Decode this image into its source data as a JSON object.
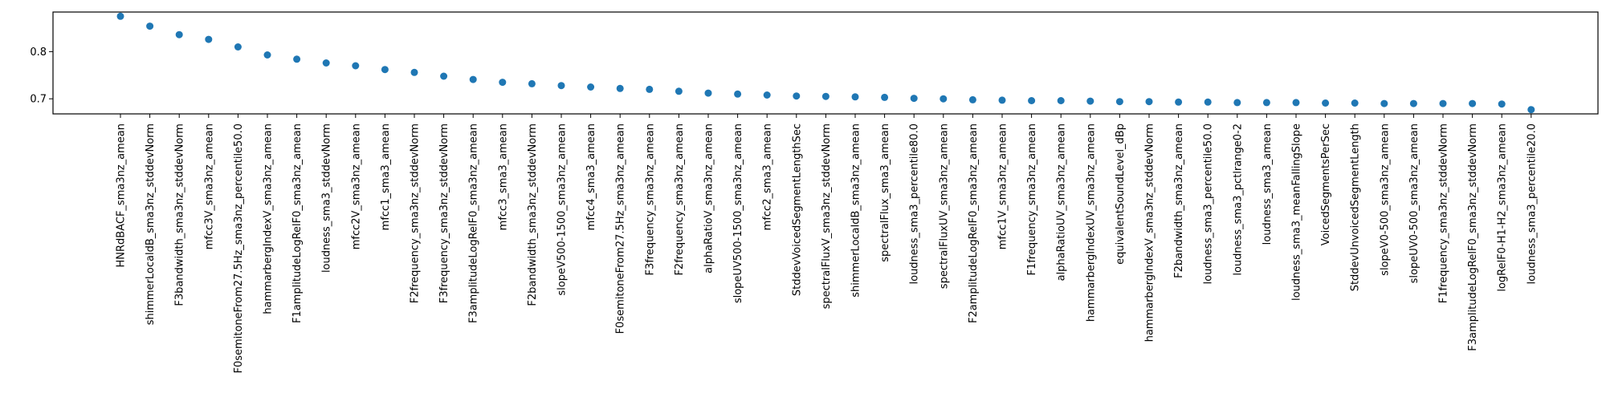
{
  "chart_data": {
    "type": "scatter",
    "title": "",
    "xlabel": "",
    "ylabel": "",
    "ylim": [
      0.668,
      0.884
    ],
    "yticks": [
      0.7,
      0.8
    ],
    "ytick_labels": [
      "0.7",
      "0.8"
    ],
    "grid": false,
    "marker_color": "#1f77b4",
    "categories": [
      "HNRdBACF_sma3nz_amean",
      "shimmerLocaldB_sma3nz_stddevNorm",
      "F3bandwidth_sma3nz_stddevNorm",
      "mfcc3V_sma3nz_amean",
      "F0semitoneFrom27.5Hz_sma3nz_percentile50.0",
      "hammarbergIndexV_sma3nz_amean",
      "F1amplitudeLogRelF0_sma3nz_amean",
      "loudness_sma3_stddevNorm",
      "mfcc2V_sma3nz_amean",
      "mfcc1_sma3_amean",
      "F2frequency_sma3nz_stddevNorm",
      "F3frequency_sma3nz_stddevNorm",
      "F3amplitudeLogRelF0_sma3nz_amean",
      "mfcc3_sma3_amean",
      "F2bandwidth_sma3nz_stddevNorm",
      "slopeV500-1500_sma3nz_amean",
      "mfcc4_sma3_amean",
      "F0semitoneFrom27.5Hz_sma3nz_amean",
      "F3frequency_sma3nz_amean",
      "F2frequency_sma3nz_amean",
      "alphaRatioV_sma3nz_amean",
      "slopeUV500-1500_sma3nz_amean",
      "mfcc2_sma3_amean",
      "StddevVoicedSegmentLengthSec",
      "spectralFluxV_sma3nz_stddevNorm",
      "shimmerLocaldB_sma3nz_amean",
      "spectralFlux_sma3_amean",
      "loudness_sma3_percentile80.0",
      "spectralFluxUV_sma3nz_amean",
      "F2amplitudeLogRelF0_sma3nz_amean",
      "mfcc1V_sma3nz_amean",
      "F1frequency_sma3nz_amean",
      "alphaRatioUV_sma3nz_amean",
      "hammarbergIndexUV_sma3nz_amean",
      "equivalentSoundLevel_dBp",
      "hammarbergIndexV_sma3nz_stddevNorm",
      "F2bandwidth_sma3nz_amean",
      "loudness_sma3_percentile50.0",
      "loudness_sma3_pctlrange0-2",
      "loudness_sma3_amean",
      "loudness_sma3_meanFallingSlope",
      "VoicedSegmentsPerSec",
      "StddevUnvoicedSegmentLength",
      "slopeV0-500_sma3nz_amean",
      "slopeUV0-500_sma3nz_amean",
      "F1frequency_sma3nz_stddevNorm",
      "F3amplitudeLogRelF0_sma3nz_stddevNorm",
      "logRelF0-H1-H2_sma3nz_amean",
      "loudness_sma3_percentile20.0"
    ],
    "values": [
      0.875,
      0.854,
      0.836,
      0.826,
      0.81,
      0.793,
      0.784,
      0.776,
      0.77,
      0.762,
      0.756,
      0.748,
      0.741,
      0.735,
      0.732,
      0.728,
      0.725,
      0.722,
      0.72,
      0.716,
      0.712,
      0.71,
      0.708,
      0.706,
      0.705,
      0.704,
      0.703,
      0.701,
      0.7,
      0.698,
      0.697,
      0.696,
      0.696,
      0.695,
      0.694,
      0.694,
      0.693,
      0.693,
      0.692,
      0.692,
      0.692,
      0.691,
      0.691,
      0.69,
      0.69,
      0.69,
      0.69,
      0.689,
      0.677
    ]
  }
}
